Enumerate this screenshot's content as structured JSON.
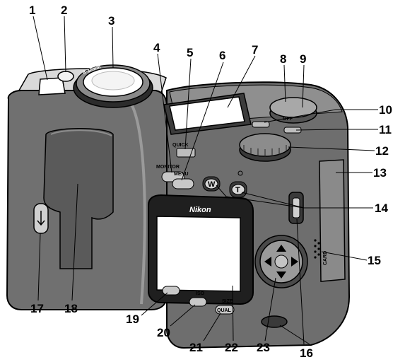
{
  "brand_text": "Nikon",
  "lens_ring_text": "8-32mm",
  "button_labels": {
    "quick": "QUICK",
    "monitor": "MONITOR",
    "menu": "MENU",
    "zoom_w": "W",
    "zoom_t": "T",
    "iso": "ISO",
    "size": "SIZE",
    "qual": "QUAL",
    "mode_off": "OFF",
    "card": "CARD"
  },
  "callouts": [
    {
      "id": "1",
      "label": "1"
    },
    {
      "id": "2",
      "label": "2"
    },
    {
      "id": "3",
      "label": "3"
    },
    {
      "id": "4",
      "label": "4"
    },
    {
      "id": "5",
      "label": "5"
    },
    {
      "id": "6",
      "label": "6"
    },
    {
      "id": "7",
      "label": "7"
    },
    {
      "id": "8",
      "label": "8"
    },
    {
      "id": "9",
      "label": "9"
    },
    {
      "id": "10",
      "label": "10"
    },
    {
      "id": "11",
      "label": "11"
    },
    {
      "id": "12",
      "label": "12"
    },
    {
      "id": "13",
      "label": "13"
    },
    {
      "id": "14",
      "label": "14"
    },
    {
      "id": "15",
      "label": "15"
    },
    {
      "id": "16",
      "label": "16"
    },
    {
      "id": "17",
      "label": "17"
    },
    {
      "id": "18",
      "label": "18"
    },
    {
      "id": "19",
      "label": "19"
    },
    {
      "id": "20",
      "label": "20"
    },
    {
      "id": "21",
      "label": "21"
    },
    {
      "id": "22",
      "label": "22"
    },
    {
      "id": "23",
      "label": "23"
    }
  ]
}
